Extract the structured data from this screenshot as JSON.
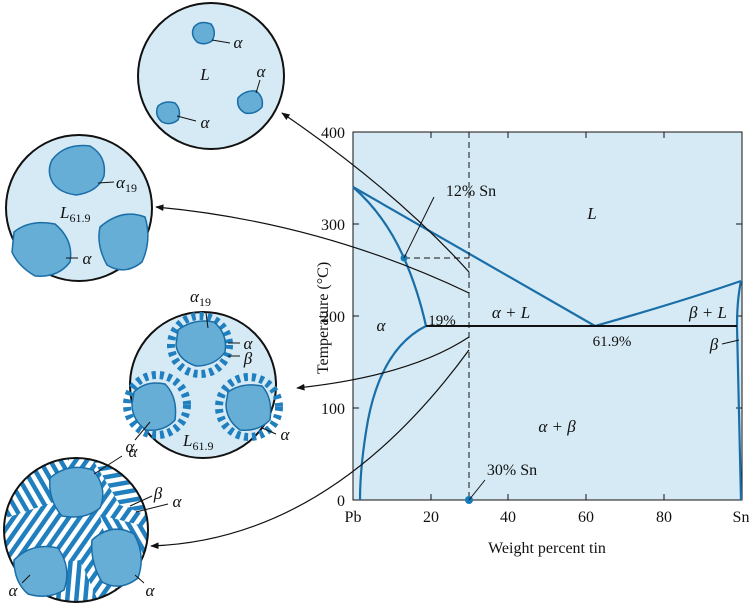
{
  "axes": {
    "y_label": "Temperature (°C)",
    "x_label": "Weight percent tin",
    "y_ticks": [
      "0",
      "100",
      "200",
      "300",
      "400"
    ],
    "x_ticks": [
      "Pb",
      "20",
      "40",
      "60",
      "80",
      "Sn"
    ]
  },
  "regions": {
    "liquid": "L",
    "alpha": "α",
    "alpha_liquid": "α + L",
    "beta_liquid": "β + L",
    "alpha_beta": "α + β",
    "beta": "β"
  },
  "points": {
    "alpha_limit": "19%",
    "eutectic": "61.9%",
    "first_solid": "12% Sn",
    "alloy": "30% Sn"
  },
  "circle1": {
    "a1": "α",
    "a2": "α",
    "a3": "α",
    "liquid": "L"
  },
  "circle2": {
    "alpha_label": "α",
    "alpha_sub": "19",
    "liquid_label": "L",
    "liquid_sub": "61.9",
    "a2": "α"
  },
  "circle3": {
    "alpha_label": "α",
    "alpha_sub": "19",
    "a_lamella": "α",
    "b_lamella": "β",
    "a_left": "α",
    "a_right": "α",
    "liquid_label": "L",
    "liquid_sub": "61.9"
  },
  "circle4": {
    "a_top": "α",
    "b": "β",
    "a_lamella": "α",
    "a_left": "α",
    "a_right": "α"
  },
  "colors": {
    "phase_fill": "#d6eaf5",
    "grain_fill": "#66aed6",
    "line": "#1a6ea8",
    "point": "#137bb7"
  }
}
